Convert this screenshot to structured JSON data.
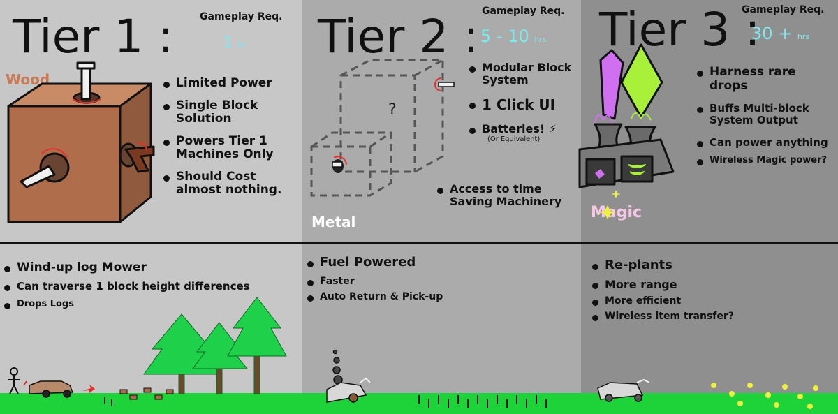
{
  "tiers": [
    {
      "title": "Tier 1 :",
      "req_label": "Gameplay Req.",
      "req_value": "1",
      "req_unit": "hr",
      "material": "Wood",
      "bullets": [
        "Limited Power",
        "Single Block Solution",
        "Powers Tier 1 Machines Only",
        "Should Cost almost nothing."
      ],
      "machine_bullets": [
        "Wind-up log Mower",
        "Can traverse 1 block height differences",
        "Drops Logs"
      ]
    },
    {
      "title": "Tier 2 :",
      "req_label": "Gameplay Req.",
      "req_value": "5 - 10",
      "req_unit": "hrs",
      "material": "Metal",
      "diagram_mark": "?",
      "bullets": [
        "Modular Block System",
        "1 Click UI",
        "Batteries! ⚡",
        "Access to time Saving Machinery"
      ],
      "batteries_sub": "(Or Equivalent)",
      "machine_bullets": [
        "Fuel Powered",
        "Faster",
        "Auto Return & Pick-up"
      ]
    },
    {
      "title": "Tier 3 :",
      "req_label": "Gameplay Req.",
      "req_value": "30 +",
      "req_unit": "hrs",
      "material": "Magic",
      "bullets": [
        "Harness rare drops",
        "Buffs Multi-block System Output",
        "Can power anything",
        "Wireless Magic power?"
      ],
      "machine_bullets": [
        "Re-plants",
        "More range",
        "More efficient",
        "Wireless item transfer?"
      ]
    }
  ],
  "colors": {
    "panel1": "#c7c7c7",
    "panel2": "#ababab",
    "panel3": "#8f8f8f",
    "grass": "#1ed23a",
    "tree": "#1fd04a",
    "wood": "#b06d4c",
    "req": "#7ee9f0",
    "magic_label": "#f6c8e8",
    "gem_purple": "#d070f0",
    "gem_green": "#a8f03a"
  }
}
